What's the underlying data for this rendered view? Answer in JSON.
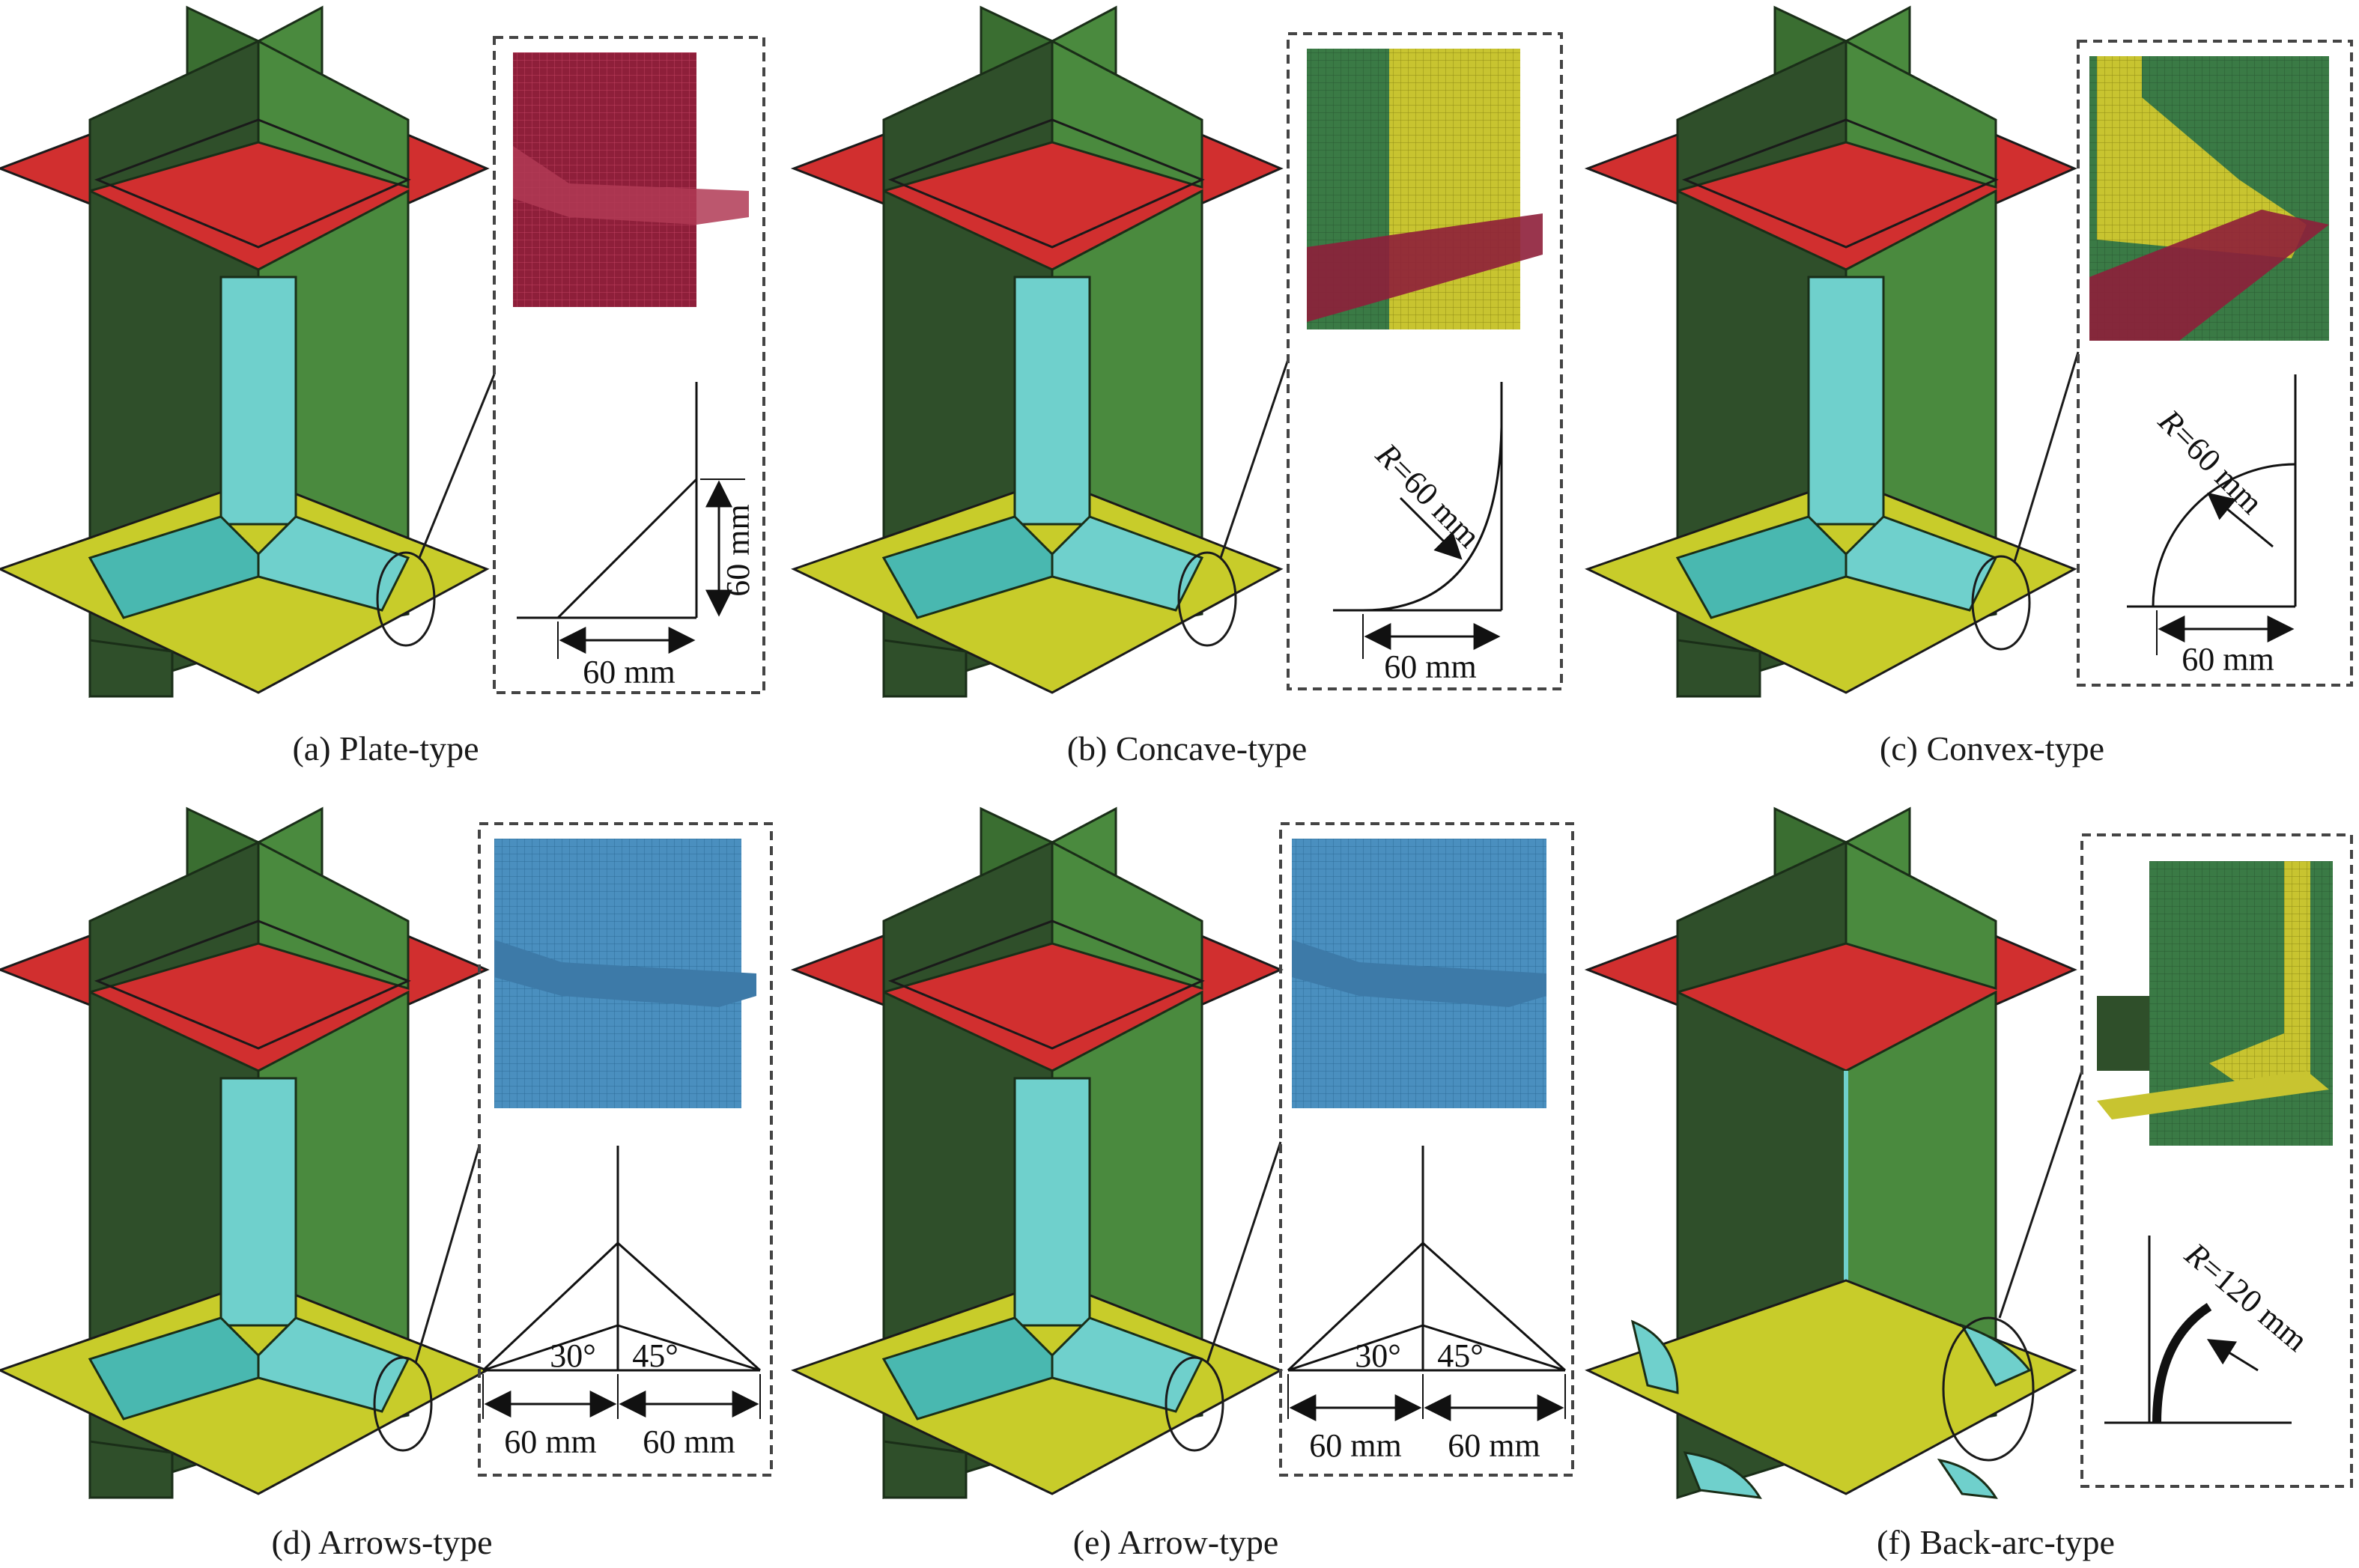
{
  "figure": {
    "panels": [
      {
        "caption": "(a) Plate-type",
        "dims": {
          "h": "60 mm",
          "v": "60 mm"
        }
      },
      {
        "caption": "(b) Concave-type",
        "dims": {
          "h": "60 mm",
          "radius_symbol": "R",
          "radius_value": "=60 mm"
        }
      },
      {
        "caption": "(c) Convex-type",
        "dims": {
          "h": "60 mm",
          "radius_symbol": "R",
          "radius_value": "=60 mm"
        }
      },
      {
        "caption": "(d) Arrows-type",
        "dims": {
          "angle_left": "30°",
          "angle_right": "45°",
          "h_left": "60 mm",
          "h_right": "60 mm"
        }
      },
      {
        "caption": "(e) Arrow-type",
        "dims": {
          "angle_left": "30°",
          "angle_right": "45°",
          "h_left": "60 mm",
          "h_right": "60 mm"
        }
      },
      {
        "caption": "(f) Back-arc-type",
        "dims": {
          "radius_symbol": "R",
          "radius_value": "=120 mm"
        }
      }
    ]
  },
  "colors": {
    "wall_dark": "#2f4f2a",
    "wall_light": "#4a8a3e",
    "top_plate": "#d12f2f",
    "bottom_plate": "#c8cc2a",
    "stiffener": "#6fd0cc",
    "mesh_red": "#8e1f3a",
    "mesh_blue": "#4a8fbf",
    "mesh_yellow": "#c8c430",
    "mesh_green": "#3a7a45"
  }
}
